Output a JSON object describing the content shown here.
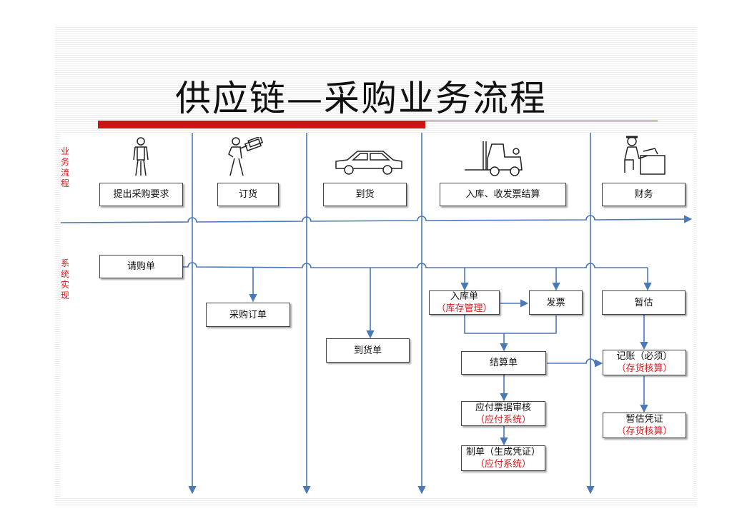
{
  "title": "供应链—采购业务流程",
  "side_labels": {
    "business_flow": [
      "业",
      "务",
      "流",
      "程"
    ],
    "system_impl": [
      "系",
      "统",
      "实",
      "现"
    ]
  },
  "business": [
    {
      "key": "request",
      "label": "提出采购要求",
      "icon": "person-icon"
    },
    {
      "key": "order",
      "label": "订货",
      "icon": "person-with-money-icon"
    },
    {
      "key": "arrival",
      "label": "到货",
      "icon": "car-icon"
    },
    {
      "key": "inbound",
      "label": "入库、收发票结算",
      "icon": "forklift-icon"
    },
    {
      "key": "finance",
      "label": "财务",
      "icon": "office-worker-icon"
    }
  ],
  "system": {
    "requisition": {
      "line1": "请购单"
    },
    "purchase_order": {
      "line1": "采购订单"
    },
    "arrival_note": {
      "line1": "到货单"
    },
    "receipt": {
      "line1": "入库单",
      "line2": "（库存管理）"
    },
    "invoice": {
      "line1": "发票"
    },
    "settlement": {
      "line1": "结算单"
    },
    "ap_review": {
      "line1": "应付票据审核",
      "line2": "（应付系统）"
    },
    "voucher": {
      "line1": "制单（生成凭证）",
      "line2": "（应付系统）"
    },
    "estimate": {
      "line1": "暂估"
    },
    "posting": {
      "line1": "记账（必须）",
      "line2": "（存货核算）"
    },
    "estimate_voucher": {
      "line1": "暂估凭证",
      "line2": "（存货核算）"
    }
  },
  "colors": {
    "accent_red": "#cc1414",
    "flow_blue": "#4a78b8",
    "note_red": "#d21c1c"
  }
}
